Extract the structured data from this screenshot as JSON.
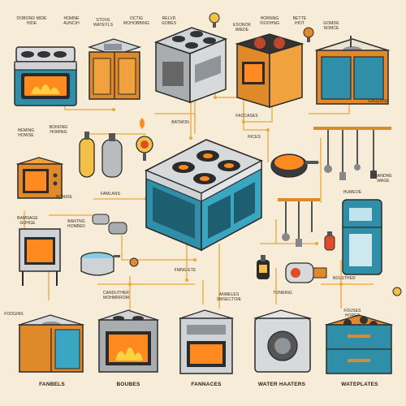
{
  "labels": {
    "top_1": "DOBOND MIDE\nHIDE",
    "top_2": "HOMNE\nAUNCIH",
    "top_3": "STOVE\nWATEYLS",
    "top_4": "OCTIG\nMOHOBBING",
    "top_5": "RELVD\nGOBES",
    "top_6": "ESONOK\nIMEDE",
    "top_7": "HORNNG\nVIOOHNG",
    "top_8": "BETTE\nIHOT",
    "top_9": "GOMDE\nNOMCE",
    "mid_batmon": "BATMON",
    "mid_faccases": "FACCASES",
    "mid_rices": "RICES",
    "left_heming": "HEMING\nHOWSE",
    "left_bonding": "BONDNG\nHOMING",
    "left_bonide": "BONIDE",
    "left_famlans": "FAMLANS",
    "left_bamnage": "BAMNAGE\nGOHGE",
    "left_banting": "BANTNG\nHONBED",
    "right_gagensr": "GAGENSR",
    "right_handre": "HANDRE\nWAGE",
    "right_humeoe": "HUMEOE",
    "right_bolsther": "BOLSTHER",
    "mid_fmng": "FMNG ETE",
    "bot_canduther": "CANDUTHER\nMOHMRROM",
    "bot_anmeles": "ANMELES\nSMSECTOIE",
    "bot_tonning": "TONNING",
    "bot_fodgins": "FODGINS",
    "bot_fouses": "FOUSES\nHORES"
  },
  "captions": {
    "fanbels": "FANBELS",
    "boubes": "BOUBES",
    "fannaces": "FANNACES",
    "water_haaters": "WATER HAATERS",
    "wateplates": "WATEPLATES"
  },
  "colors": {
    "background": "#f6ecd8",
    "wire": "#e8a93c",
    "teal": "#2f8fa8",
    "orange_wood": "#e0892a",
    "steel": "#b9bcbf",
    "dark": "#2b2b2b",
    "flame": "#ff8a1f"
  }
}
